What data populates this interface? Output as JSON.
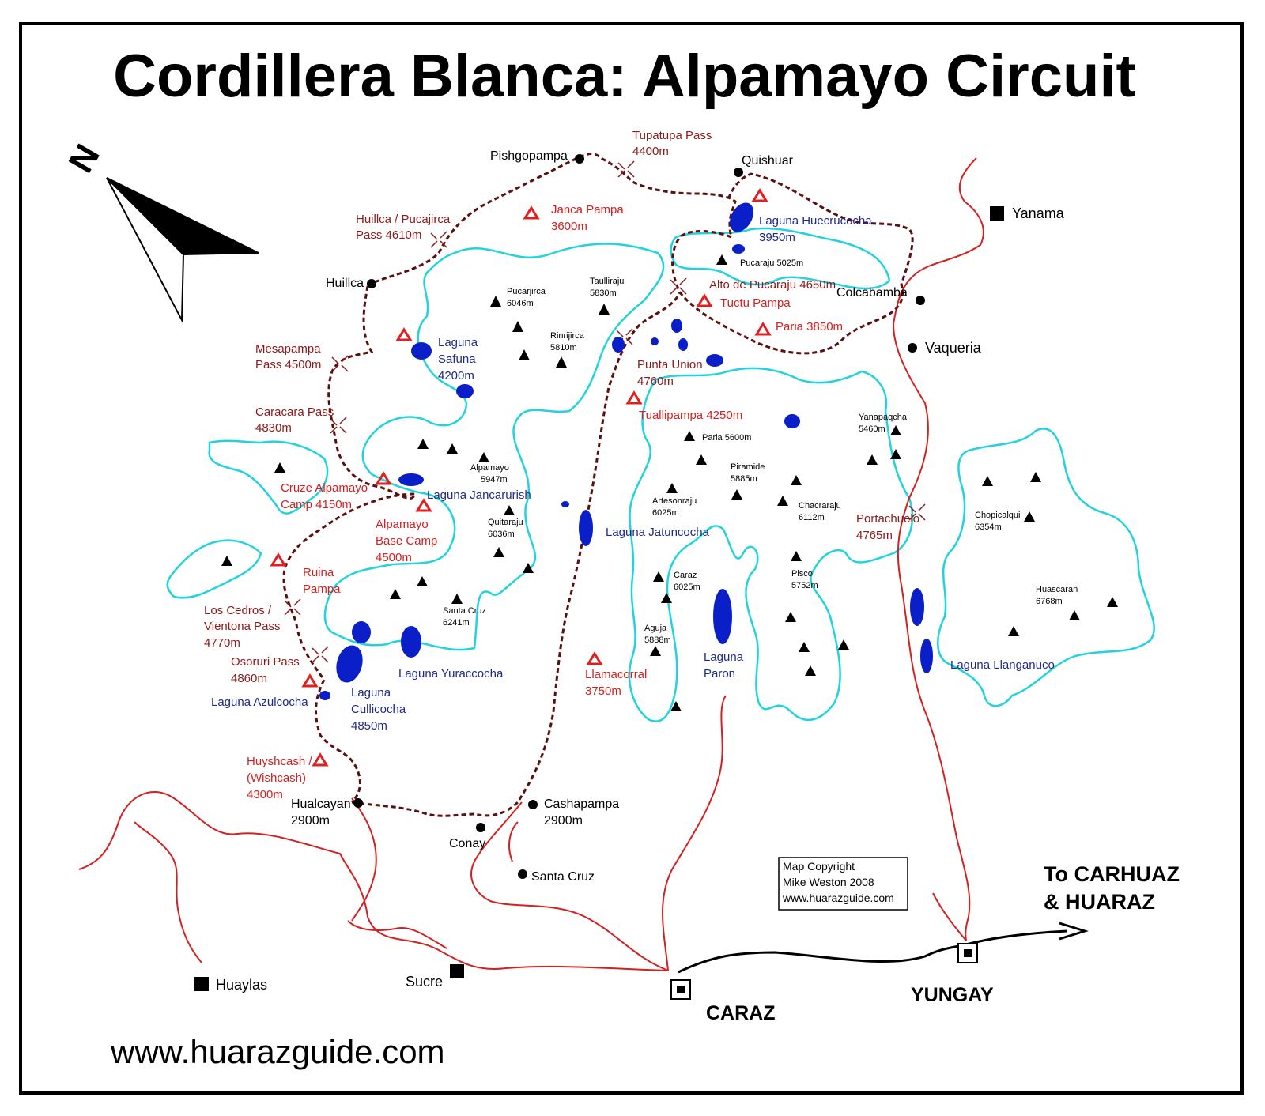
{
  "title": "Cordillera Blanca: Alpamayo Circuit",
  "website": "www.huarazguide.com",
  "north_label": "N",
  "colors": {
    "trail": "#5a1010",
    "road": "#d42020",
    "glacier": "#22d3dd",
    "lake": "#0a1fc8",
    "camp": "#e02020",
    "pass_text": "#8b1a1a",
    "lake_text": "#1e2a8a"
  },
  "towns": [
    {
      "name": "Pishgopampa"
    },
    {
      "name": "Quishuar"
    },
    {
      "name": "Huillca"
    },
    {
      "name": "Colcabamba"
    },
    {
      "name": "Vaqueria"
    },
    {
      "name": "Conay"
    },
    {
      "name": "Santa Cruz"
    }
  ],
  "trailheads": {
    "hualcayan": {
      "name": "Hualcayan",
      "elev": "2900m"
    },
    "cashapampa": {
      "name": "Cashapampa",
      "elev": "2900m"
    }
  },
  "major_towns": {
    "yanama": "Yanama",
    "huaylas": "Huaylas",
    "sucre": "Sucre",
    "caraz": "CARAZ",
    "yungay": "YUNGAY"
  },
  "destination": [
    "To CARHUAZ",
    "& HUARAZ"
  ],
  "passes": {
    "tupatupa": [
      "Tupatupa Pass",
      "4400m"
    ],
    "huillca": [
      "Huillca / Pucajirca",
      "Pass 4610m"
    ],
    "mesapampa": [
      "Mesapampa",
      "Pass 4500m"
    ],
    "caracara": [
      "Caracara Pass",
      "4830m"
    ],
    "los_cedros": [
      "Los Cedros /",
      "Vientona Pass",
      "4770m"
    ],
    "osoruri": [
      "Osoruri Pass",
      "4860m"
    ],
    "pucaraju": "Alto de Pucaraju 4650m",
    "punta_union": [
      "Punta Union",
      "4760m"
    ],
    "portachuelo": [
      "Portachuelo",
      "4765m"
    ]
  },
  "camps": {
    "janca": [
      "Janca Pampa",
      "3600m"
    ],
    "tuctu": "Tuctu Pampa",
    "paria": "Paria 3850m",
    "tuallipampa": "Tuallipampa 4250m",
    "cruze": [
      "Cruze Alpamayo",
      "Camp 4150m"
    ],
    "alpamayo_bc": [
      "Alpamayo",
      "Base Camp",
      "4500m"
    ],
    "ruina": [
      "Ruina",
      "Pampa"
    ],
    "huyshcash": [
      "Huyshcash /",
      "(Wishcash)",
      "4300m"
    ],
    "llamacorral": [
      "Llamacorral",
      "3750m"
    ]
  },
  "lakes": {
    "huecrucocha": [
      "Laguna Huecrucocha",
      "3950m"
    ],
    "safuna": [
      "Laguna",
      "Safuna",
      "4200m"
    ],
    "jancarurish": "Laguna Jancarurish",
    "jatuncocha": "Laguna Jatuncocha",
    "yuraccocha": "Laguna Yuraccocha",
    "azulcocha": "Laguna Azulcocha",
    "cullicocha": [
      "Laguna",
      "Cullicocha",
      "4850m"
    ],
    "paron": [
      "Laguna",
      "Paron"
    ],
    "llanganuco": "Laguna Llanganuco"
  },
  "peaks": {
    "pucaraju": "Pucaraju 5025m",
    "pucarjirca": [
      "Pucarjirca",
      "6046m"
    ],
    "taulliraju": [
      "Taulliraju",
      "5830m"
    ],
    "rinrijirca": [
      "Rinrijirca",
      "5810m"
    ],
    "alpamayo": [
      "Alpamayo",
      "5947m"
    ],
    "quitaraju": [
      "Quitaraju",
      "6036m"
    ],
    "santa_cruz": [
      "Santa Cruz",
      "6241m"
    ],
    "paria": "Paria 5600m",
    "yanapaqcha": [
      "Yanapaqcha",
      "5460m"
    ],
    "piramide": [
      "Piramide",
      "5885m"
    ],
    "artesonraju": [
      "Artesonraju",
      "6025m"
    ],
    "chacraraju": [
      "Chacraraju",
      "6112m"
    ],
    "caraz": [
      "Caraz",
      "6025m"
    ],
    "pisco": [
      "Pisco",
      "5752m"
    ],
    "aguja": [
      "Aguja",
      "5888m"
    ],
    "chopicalqui": [
      "Chopicalqui",
      "6354m"
    ],
    "huascaran": [
      "Huascaran",
      "6768m"
    ]
  },
  "copyright": [
    "Map Copyright",
    "Mike Weston 2008",
    "www.huarazguide.com"
  ]
}
